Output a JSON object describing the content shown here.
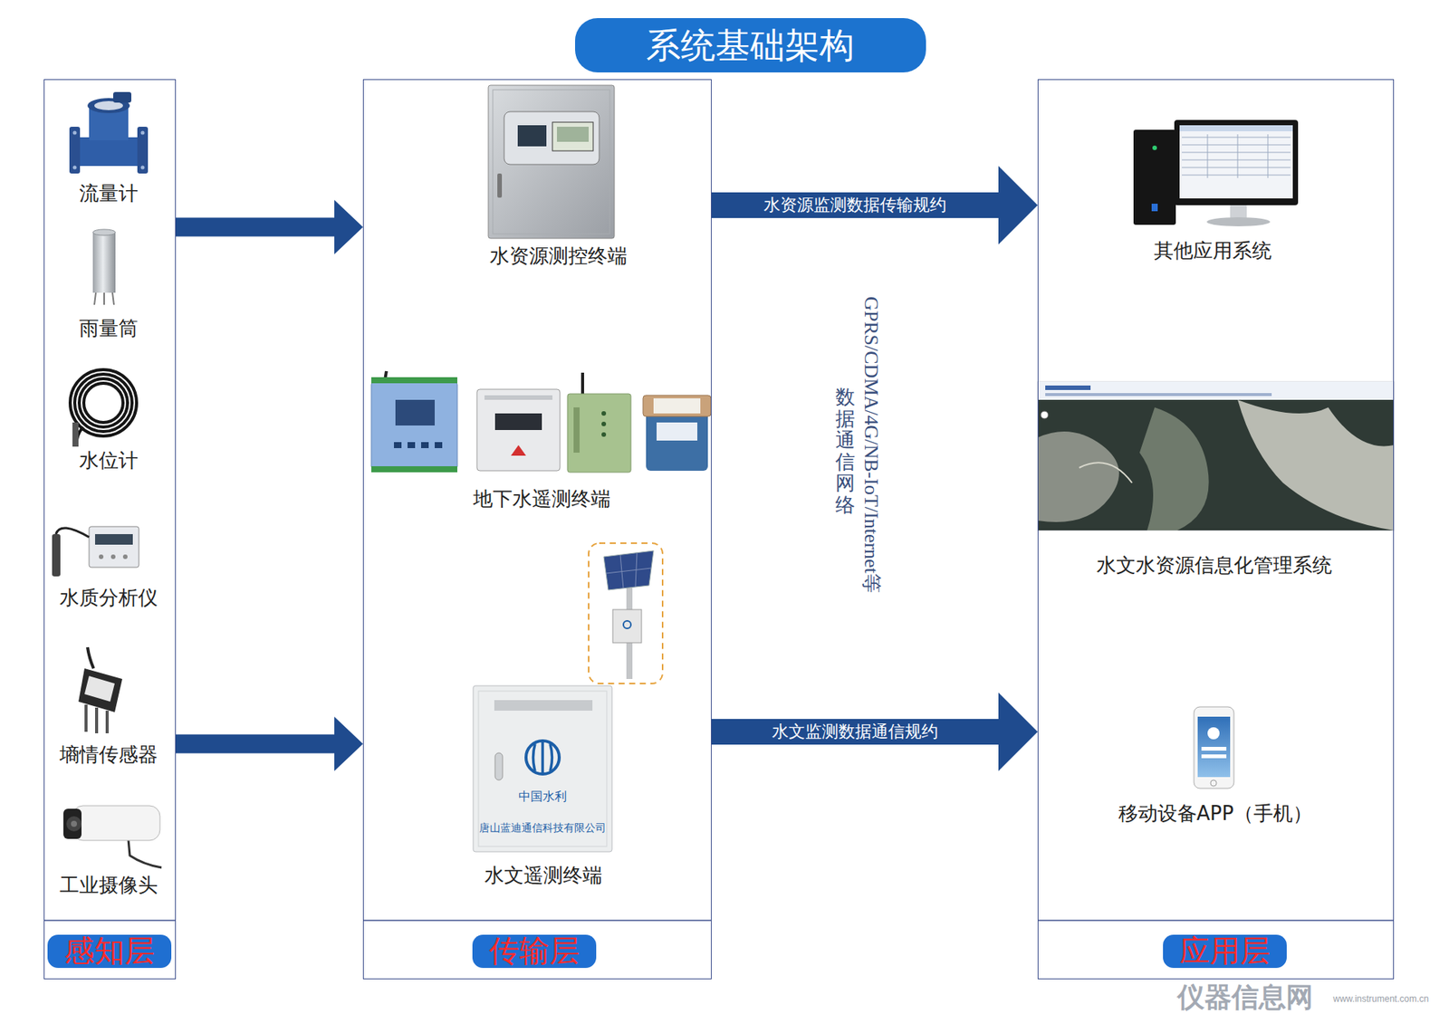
{
  "diagram": {
    "title": "系统基础架构",
    "nodes": [
      {
        "text": [
          "感知层"
        ]
      },
      {
        "text": [
          "流量计"
        ],
        "in": 0
      },
      {
        "text": [
          "雨量筒"
        ],
        "in": 0
      },
      {
        "text": [
          "水位计"
        ],
        "in": 0
      },
      {
        "text": [
          "水质分析仪"
        ],
        "in": 0
      },
      {
        "text": [
          "墒情传感器"
        ],
        "in": 0
      },
      {
        "text": [
          "工业摄像头"
        ],
        "in": 0
      },
      {
        "text": [
          "传输层"
        ]
      },
      {
        "text": [
          "水资源测控终端"
        ],
        "in": 7
      },
      {
        "text": [
          "地下水遥测终端"
        ],
        "in": 7
      },
      {
        "text": [
          "水文遥测终端"
        ],
        "in": 7
      },
      {
        "text": [
          "应用层"
        ]
      },
      {
        "text": [
          "其他应用系统"
        ],
        "in": 11
      },
      {
        "text": [
          "水文水资源信息化管理系统"
        ],
        "in": 11
      },
      {
        "text": [
          "移动设备APP（手机）"
        ],
        "in": 11
      }
    ],
    "edges": [
      {
        "from": 0,
        "to": 7,
        "arrow": "to"
      },
      {
        "from": 0,
        "to": 7,
        "arrow": "to"
      },
      {
        "from": 7,
        "to": 11,
        "label": "水资源监测数据传输规约",
        "arrow": "to"
      },
      {
        "from": 7,
        "to": 11,
        "label": "水文监测数据通信规约",
        "arrow": "to"
      }
    ],
    "labels": [
      "GPRS/CDMA/4G/NB-IoT/Internet等",
      "数据通信网络",
      "中国水利",
      "唐山蓝迪通信科技有限公司",
      "仪器信息网",
      "www.instrument.com.cn"
    ]
  }
}
